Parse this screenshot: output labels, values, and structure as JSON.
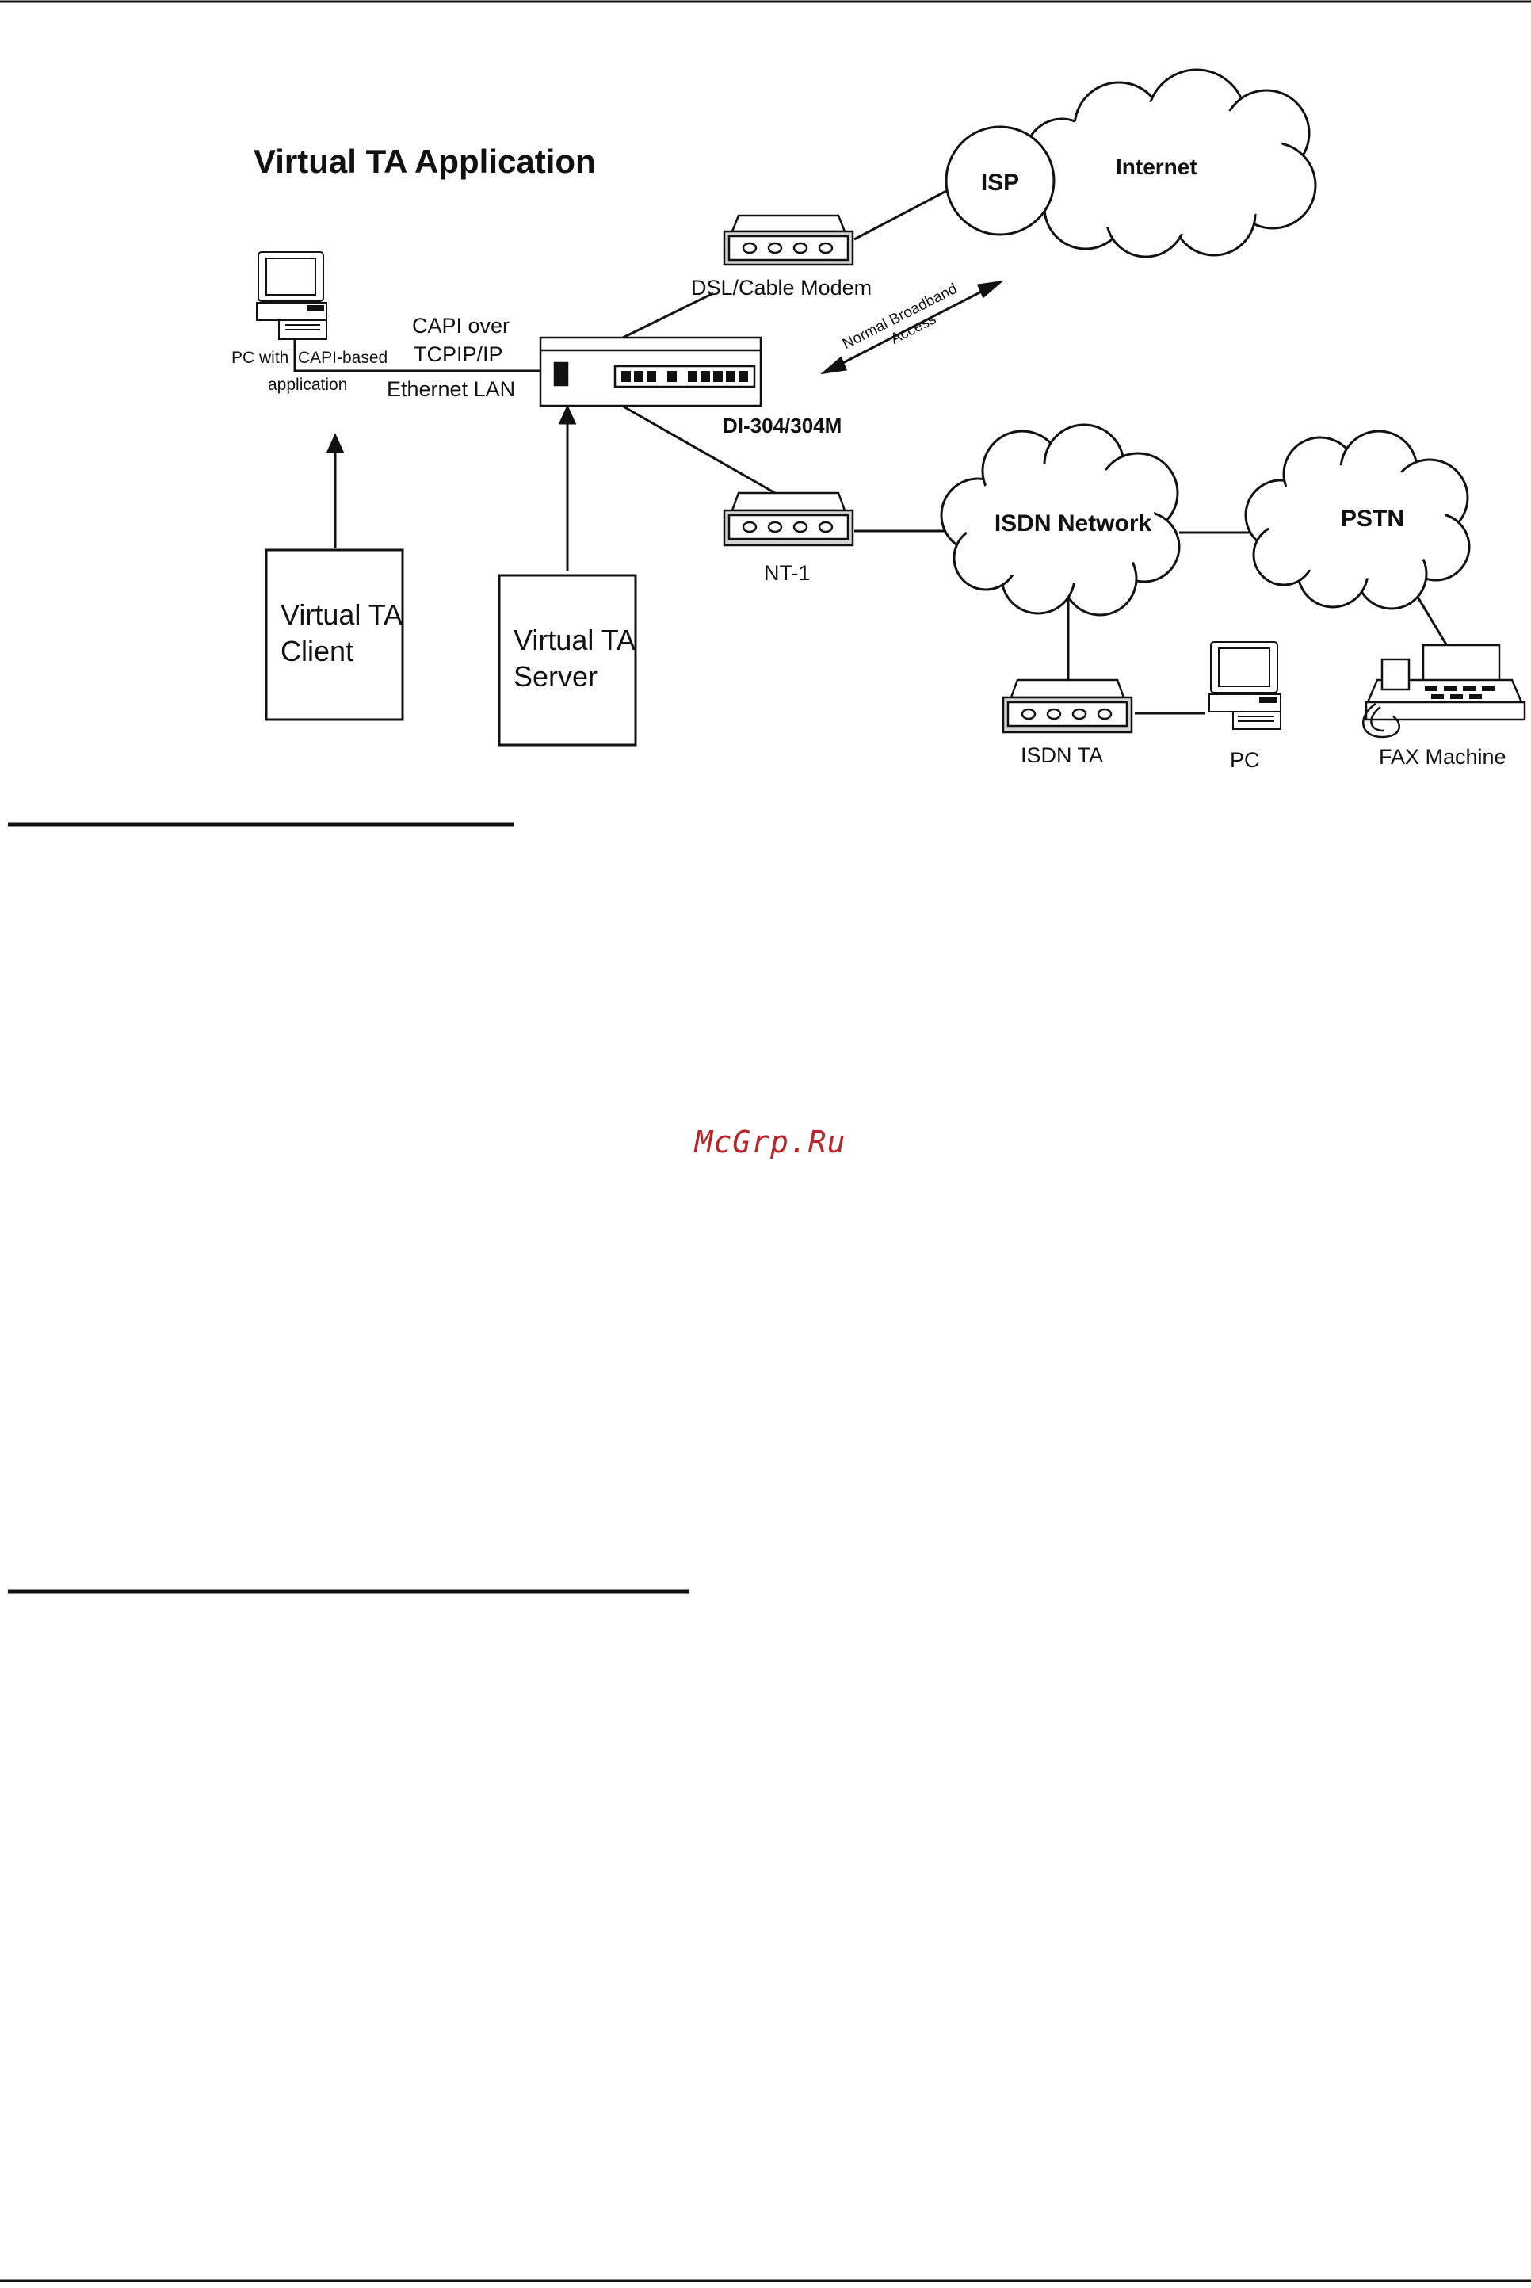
{
  "diagram": {
    "title": "Virtual TA Application",
    "labels": {
      "pc_line1": "PC with",
      "capi_based": "CAPI-based",
      "application": "application",
      "capi_over": "CAPI over",
      "tcpip": "TCPIP/IP",
      "ethernet_lan": "Ethernet LAN",
      "dsl_modem": "DSL/Cable Modem",
      "router": "DI-304/304M",
      "broadband_line1": "Normal Broadband",
      "broadband_line2": "Access",
      "isp": "ISP",
      "internet": "Internet",
      "nt1": "NT-1",
      "isdn_network": "ISDN Network",
      "pstn": "PSTN",
      "isdn_ta": "ISDN TA",
      "pc": "PC",
      "fax": "FAX Machine",
      "client_line1": "Virtual TA",
      "client_line2": "Client",
      "server_line1": "Virtual TA",
      "server_line2": "Server"
    }
  },
  "watermark": "McGrp.Ru",
  "colors": {
    "line": "#111111",
    "device_fill": "#d4d4d4",
    "watermark": "#b8262b"
  }
}
